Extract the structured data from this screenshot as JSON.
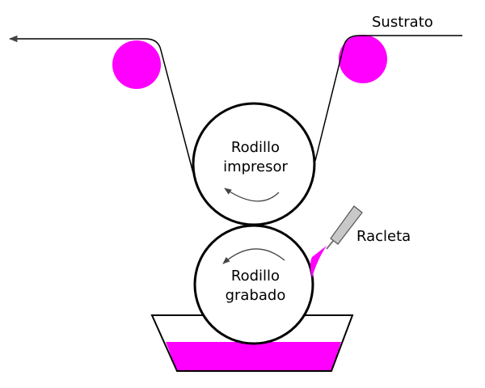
{
  "labels": {
    "substrate": "Sustrato",
    "impression_roller_line1": "Rodillo",
    "impression_roller_line2": "impresor",
    "engraved_roller_line1": "Rodillo",
    "engraved_roller_line2": "grabado",
    "doctor_blade": "Racleta"
  },
  "colors": {
    "ink": "#ff00ff",
    "line": "#000000",
    "blade_fill": "#c8c8c8",
    "background": "#ffffff"
  },
  "icons": {
    "substrate_direction": "arrow-left-icon",
    "roller_rotation": "curved-arrow-icon"
  }
}
